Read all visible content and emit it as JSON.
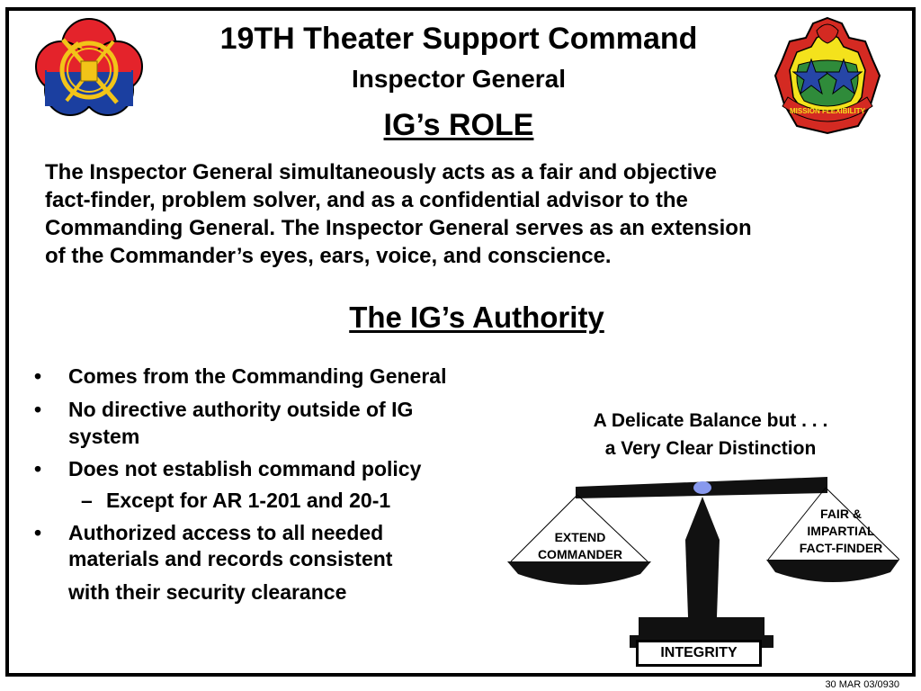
{
  "header": {
    "title": "19TH Theater Support Command",
    "subtitle": "Inspector General",
    "section_title": "IG’s ROLE"
  },
  "role_paragraph": {
    "lines": [
      "The Inspector General simultaneously acts as a fair and objective",
      "fact-finder, problem solver, and as a confidential advisor to the",
      "Commanding General.  The Inspector General serves as an extension",
      "of the Commander’s eyes, ears, voice, and conscience."
    ]
  },
  "authority": {
    "title": "The IG’s Authority",
    "bullets": [
      {
        "marker": "•",
        "lines": [
          "Comes from the Commanding General"
        ]
      },
      {
        "marker": "•",
        "lines": [
          "No directive authority outside of IG",
          "system"
        ]
      },
      {
        "marker": "•",
        "lines": [
          "Does not establish command policy"
        ]
      },
      {
        "marker": "–",
        "lines": [
          "Except for AR 1-201 and 20-1"
        ]
      },
      {
        "marker": "•",
        "lines": [
          "Authorized access to all needed",
          "materials and records consistent",
          "with their security clearance"
        ]
      }
    ]
  },
  "balance": {
    "caption_lines": [
      "A Delicate Balance but . . .",
      "a Very Clear Distinction"
    ],
    "left_pan_lines": [
      "EXTEND",
      "COMMANDER"
    ],
    "right_pan_lines": [
      "FAIR &",
      "IMPARTIAL",
      "FACT-FINDER"
    ],
    "base_label": "INTEGRITY"
  },
  "badges": {
    "right_badge_motto": "MISSION FLEXIBILITY"
  },
  "footer": {
    "date_code": "30 MAR 03/0930"
  },
  "colors": {
    "frame": "#000000",
    "scale_pivot": "#8899ee",
    "left_badge_red": "#e4232b",
    "left_badge_blue": "#1b3fa0",
    "left_badge_gold": "#f2c418",
    "right_badge_yellow": "#f4e21c",
    "right_badge_red": "#d42a22",
    "right_badge_green": "#2f8b3a",
    "right_badge_star": "#2646a6"
  }
}
